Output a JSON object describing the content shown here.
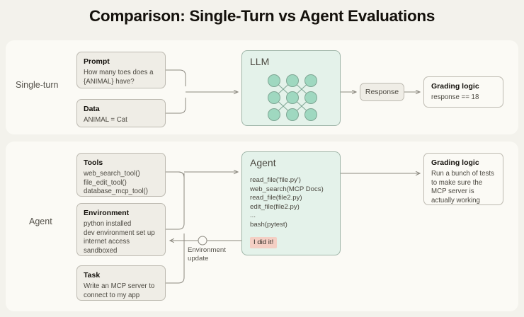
{
  "title": "Comparison: Single-Turn vs Agent Evaluations",
  "colors": {
    "page_background": "#F3F2EC",
    "panel_background": "#FBFAF5",
    "card_background": "#EFEDE6",
    "card_border": "#BDBAB1",
    "teal_fill": "#E4F2EA",
    "teal_border": "#9FB5A8",
    "node_fill": "#9FD8C0",
    "badge_pink": "#F4CFC4",
    "connector": "#8C8980",
    "text_dark": "#14110C",
    "text_body": "#4C4941"
  },
  "single_turn": {
    "row_label": "Single-turn",
    "prompt": {
      "title": "Prompt",
      "body": "How many toes does a\n{ANIMAL} have?"
    },
    "data": {
      "title": "Data",
      "body": "ANIMAL = Cat"
    },
    "llm": {
      "title": "LLM",
      "network": {
        "rows": 3,
        "cols": 3,
        "node_count": 9
      }
    },
    "response": {
      "label": "Response"
    },
    "grading": {
      "title": "Grading logic",
      "body": "response == 18"
    }
  },
  "agent": {
    "row_label": "Agent",
    "tools": {
      "title": "Tools",
      "body": "web_search_tool()\nfile_edit_tool()\ndatabase_mcp_tool()"
    },
    "environment": {
      "title": "Environment",
      "body": "python installed\ndev environment set up\ninternet access\nsandboxed"
    },
    "task": {
      "title": "Task",
      "body": "Write an MCP server to\nconnect to my app"
    },
    "agent_box": {
      "title": "Agent",
      "trace": "read_file('file.py')\nweb_search(MCP Docs)\nread_file(file2.py)\nedit_file(file2.py)\n...\nbash(pytest)",
      "badge": "I did it!"
    },
    "feedback": {
      "label": "Environment\nupdate"
    },
    "grading": {
      "title": "Grading logic",
      "body": "Run a bunch of tests\nto make sure the\nMCP server is\nactually working"
    }
  }
}
